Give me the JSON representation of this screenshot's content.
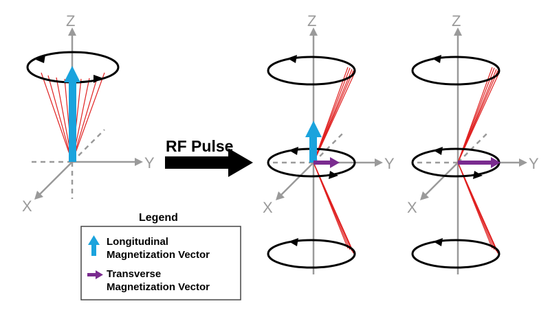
{
  "axes": {
    "z": "Z",
    "y": "Y",
    "x": "X"
  },
  "arrow": {
    "label": "RF Pulse"
  },
  "legend": {
    "title": "Legend",
    "longitudinal": {
      "line1": "Longitudinal",
      "line2": "Magnetization Vector"
    },
    "transverse": {
      "line1": "Transverse",
      "line2": "Magnetization Vector"
    }
  },
  "colors": {
    "longitudinal": "#1aa3dd",
    "transverse": "#7a2b8f",
    "spins": "#e02020",
    "axes": "#9a9a9a",
    "orbit": "#000000"
  }
}
